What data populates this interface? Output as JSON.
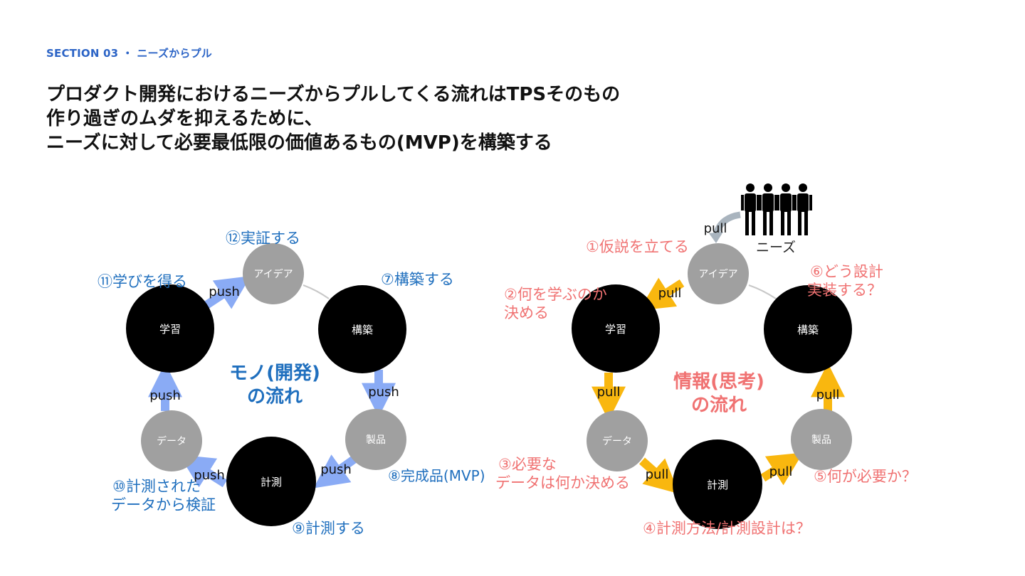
{
  "section_label": "SECTION 03 ・ ニーズからプル",
  "headline": [
    "プロダクト開発におけるニーズからプルしてくる流れはTPSそのもの",
    "作り過ぎのムダを抑えるために、",
    "ニーズに対して必要最低限の価値あるもの(MVP)を構築する"
  ],
  "colors": {
    "blue_text": "#1f6fbe",
    "blue_arrow": "#8aabf5",
    "red_text": "#f07272",
    "yellow_arrow": "#f9b70f",
    "gray_node": "#a0a0a0",
    "black_node": "#000000"
  },
  "left_cycle": {
    "center_title": [
      "モノ(開発)",
      "の流れ"
    ],
    "nodes": {
      "idea": "アイデア",
      "build": "構築",
      "product": "製品",
      "measure": "計測",
      "data": "データ",
      "learn": "学習"
    },
    "arrow_label": "push",
    "annotations": {
      "a12": "⑫実証する",
      "a11": "⑪学びを得る",
      "a7": "⑦構築する",
      "a8": "⑧完成品(MVP)",
      "a9": "⑨計測する",
      "a10_line1": "⑩計測された",
      "a10_line2": "データから検証"
    }
  },
  "right_cycle": {
    "center_title": [
      "情報(思考)",
      "の流れ"
    ],
    "nodes": {
      "idea": "アイデア",
      "build": "構築",
      "product": "製品",
      "measure": "計測",
      "data": "データ",
      "learn": "学習"
    },
    "arrow_label": "pull",
    "needs_label": "ニーズ",
    "people_icon": "people-icon",
    "annotations": {
      "a1": "①仮説を立てる",
      "a2_line1": "②何を学ぶのか",
      "a2_line2": "決める",
      "a3_line1": "③必要な",
      "a3_line2": "データは何か決める",
      "a4": "④計測方法/計測設計は？",
      "a5": "⑤何が必要か？",
      "a6_line1": "⑥どう設計",
      "a6_line2": "実装する？"
    }
  }
}
